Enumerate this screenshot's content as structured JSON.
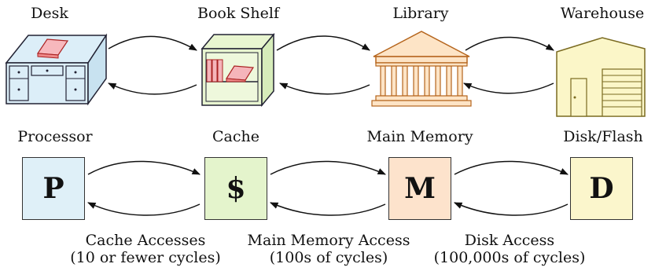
{
  "analogy": {
    "desk": "Desk",
    "bookshelf": "Book Shelf",
    "library": "Library",
    "warehouse": "Warehouse"
  },
  "hierarchy": {
    "processor": {
      "label": "Processor",
      "letter": "P",
      "color": "#dff0f8"
    },
    "cache": {
      "label": "Cache",
      "letter": "$",
      "color": "#e4f4cc"
    },
    "memory": {
      "label": "Main Memory",
      "letter": "M",
      "color": "#fde3cc"
    },
    "disk": {
      "label": "Disk/Flash",
      "letter": "D",
      "color": "#fbf6cc"
    }
  },
  "captions": {
    "cache_access": {
      "line1": "Cache Accesses",
      "line2": "(10 or fewer cycles)"
    },
    "memory_access": {
      "line1": "Main Memory Access",
      "line2": "(100s of cycles)"
    },
    "disk_access": {
      "line1": "Disk Access",
      "line2": "(100,000s of cycles)"
    }
  }
}
